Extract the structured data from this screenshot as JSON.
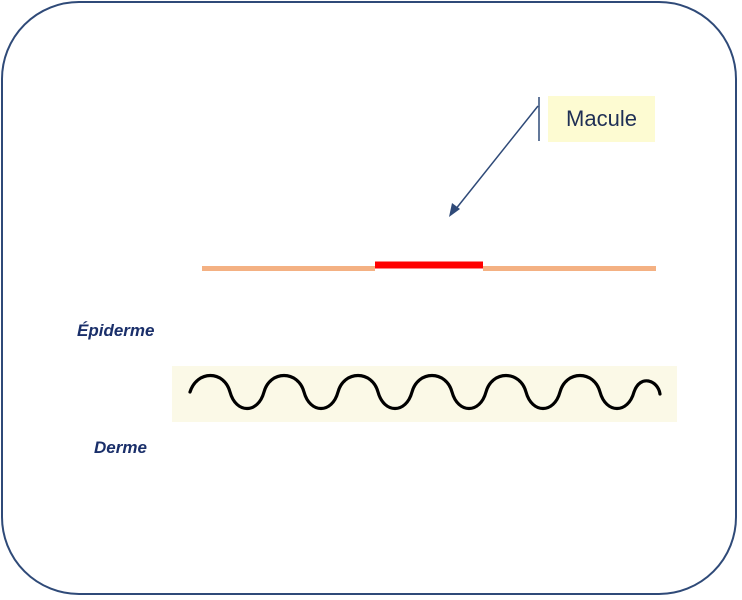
{
  "callout": {
    "text": "Macule"
  },
  "labels": {
    "epiderme": "Épiderme",
    "derme": "Derme"
  },
  "colors": {
    "frame": "#2f4a78",
    "epidermis_line": "#f4b183",
    "macule_segment": "#ff0000",
    "callout_background": "#fdfbd2",
    "arrow": "#2f4a78",
    "label_text": "#1a2f6a",
    "dermis_wave": "#000000",
    "wave_band": "#fbf9e7"
  },
  "icons": {
    "arrow": "arrow-pointer-icon"
  }
}
